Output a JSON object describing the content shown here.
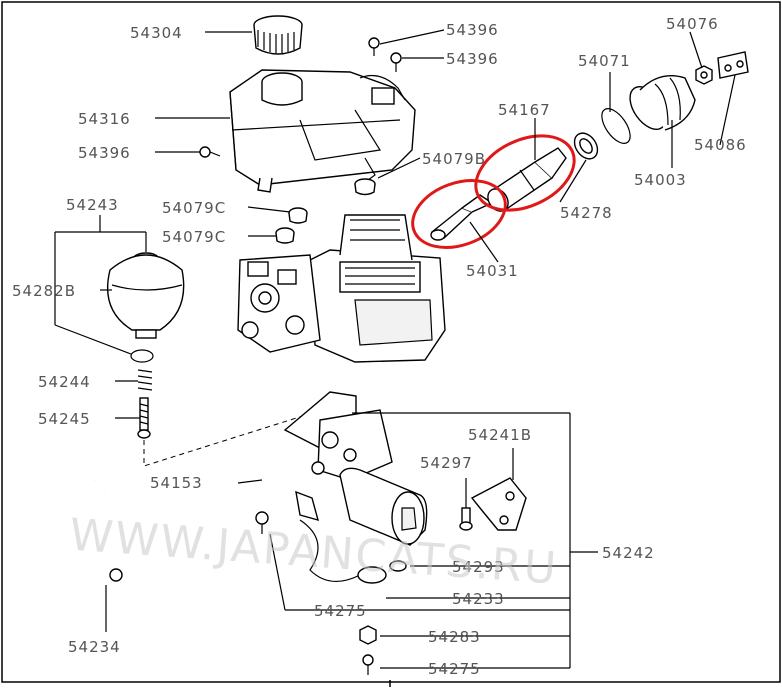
{
  "watermark": "WWW.JAPANCATS.RU",
  "colors": {
    "highlight": "#e01818",
    "label": "#555555",
    "line": "#000000"
  },
  "labels": {
    "p54304": "54304",
    "p54396a": "54396",
    "p54396b": "54396",
    "p54076": "54076",
    "p54071": "54071",
    "p54316": "54316",
    "p54167": "54167",
    "p54396c": "54396",
    "p54079b": "54079B",
    "p54086": "54086",
    "p54003": "54003",
    "p54243": "54243",
    "p54079c_a": "54079C",
    "p54278": "54278",
    "p54079c_b": "54079C",
    "p54282b": "54282B",
    "p54031": "54031",
    "p54244": "54244",
    "p54245": "54245",
    "p54241b": "54241B",
    "p54297": "54297",
    "p54153": "54153",
    "p54242": "54242",
    "p54293": "54293",
    "p54233": "54233",
    "p54275a": "54275",
    "p54234": "54234",
    "p54283": "54283",
    "p54275b": "54275"
  }
}
